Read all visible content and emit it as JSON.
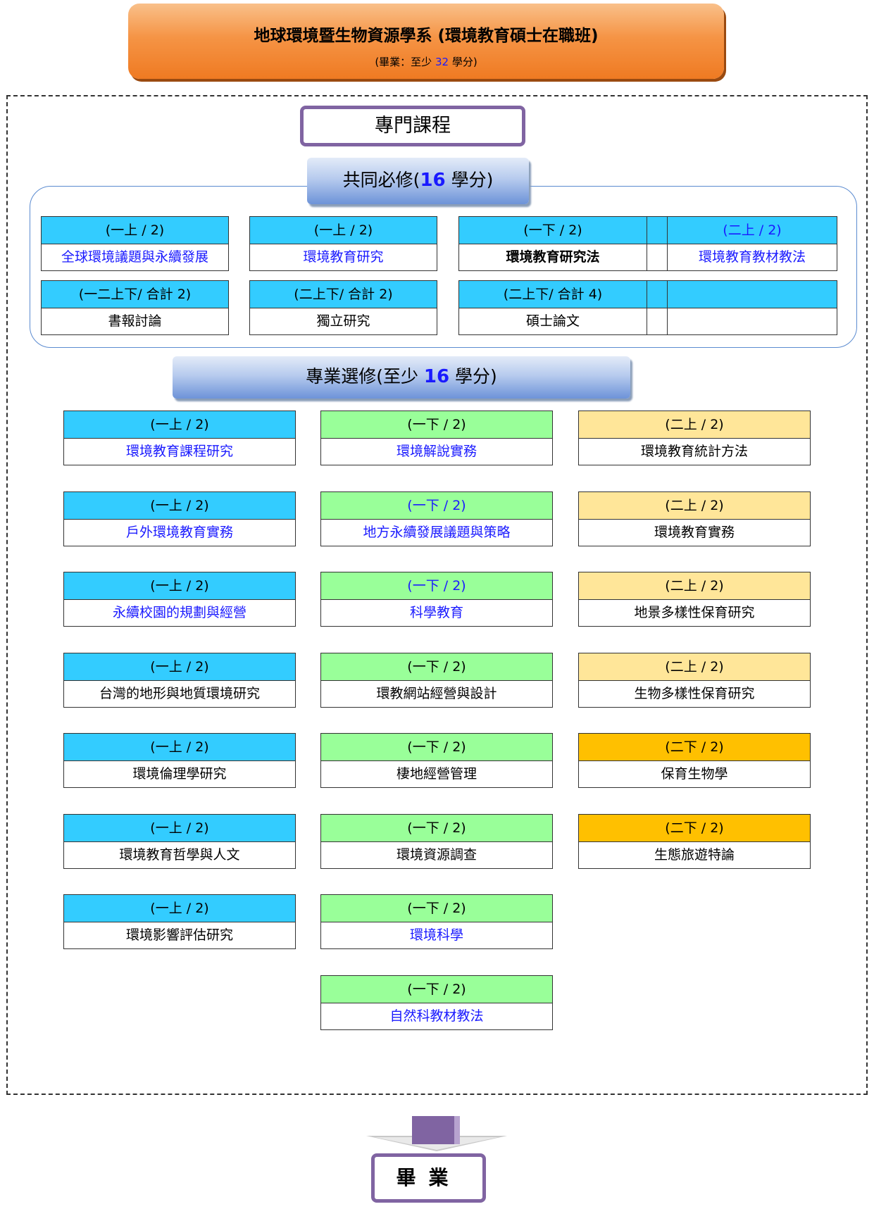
{
  "header": {
    "title": "地球環境暨生物資源學系 (環境教育碩士在職班)",
    "sub_pre": "(畢業：至少 ",
    "sub_num": "32",
    "sub_post": " 學分)"
  },
  "professional_label": "專門課程",
  "required": {
    "head_pre": "共同必修(",
    "head_num": "16",
    "head_post": " 學分)",
    "courses": [
      {
        "term": "(一上 / 2)",
        "name": "全球環境議題與永續發展",
        "name_blue": true,
        "term_blue": false,
        "bold": false
      },
      {
        "term": "(一上 / 2)",
        "name": "環境教育研究",
        "name_blue": true,
        "term_blue": false,
        "bold": false
      },
      {
        "term": "(一下 / 2)",
        "name": "環境教育研究法",
        "name_blue": false,
        "term_blue": false,
        "bold": true
      },
      {
        "term": "(二上 / 2)",
        "name": "環境教育教材教法",
        "name_blue": true,
        "term_blue": true,
        "bold": false
      },
      {
        "term": "(一二上下/ 合計 2)",
        "name": "書報討論",
        "name_blue": false,
        "term_blue": false,
        "bold": false
      },
      {
        "term": "(二上下/ 合計 2)",
        "name": "獨立研究",
        "name_blue": false,
        "term_blue": false,
        "bold": false
      },
      {
        "term": "(二上下/ 合計 4)",
        "name": "碩士論文",
        "name_blue": false,
        "term_blue": false,
        "bold": false
      }
    ]
  },
  "elective": {
    "head_pre": "專業選修(至少 ",
    "head_num": "16",
    "head_post": " 學分)",
    "col1": [
      {
        "term": "(一上 / 2)",
        "name": "環境教育課程研究",
        "name_blue": true,
        "term_blue": false
      },
      {
        "term": "(一上 / 2)",
        "name": "戶外環境教育實務",
        "name_blue": true,
        "term_blue": false
      },
      {
        "term": "(一上 / 2)",
        "name": "永續校園的規劃與經營",
        "name_blue": true,
        "term_blue": false
      },
      {
        "term": "(一上 / 2)",
        "name": "台灣的地形與地質環境研究",
        "name_blue": false,
        "term_blue": false
      },
      {
        "term": "(一上 / 2)",
        "name": "環境倫理學研究",
        "name_blue": false,
        "term_blue": false
      },
      {
        "term": "(一上 / 2)",
        "name": "環境教育哲學與人文",
        "name_blue": false,
        "term_blue": false
      },
      {
        "term": "(一上 / 2)",
        "name": "環境影響評估研究",
        "name_blue": false,
        "term_blue": false
      }
    ],
    "col2": [
      {
        "term": "(一下 / 2)",
        "name": "環境解說實務",
        "name_blue": true,
        "term_blue": false
      },
      {
        "term": "(一下 / 2)",
        "name": "地方永續發展議題與策略",
        "name_blue": true,
        "term_blue": true
      },
      {
        "term": "(一下 / 2)",
        "name": "科學教育",
        "name_blue": true,
        "term_blue": true
      },
      {
        "term": "(一下 / 2)",
        "name": "環教網站經營與設計",
        "name_blue": false,
        "term_blue": false
      },
      {
        "term": "(一下 / 2)",
        "name": "棲地經營管理",
        "name_blue": false,
        "term_blue": false
      },
      {
        "term": "(一下 / 2)",
        "name": "環境資源調查",
        "name_blue": false,
        "term_blue": false
      },
      {
        "term": "(一下 / 2)",
        "name": "環境科學",
        "name_blue": true,
        "term_blue": false
      },
      {
        "term": "(一下 / 2)",
        "name": "自然科教材教法",
        "name_blue": true,
        "term_blue": false
      }
    ],
    "col3": [
      {
        "term": "(二上 / 2)",
        "name": "環境教育統計方法",
        "color": "peach"
      },
      {
        "term": "(二上 / 2)",
        "name": "環境教育實務",
        "color": "peach"
      },
      {
        "term": "(二上 / 2)",
        "name": "地景多樣性保育研究",
        "color": "peach"
      },
      {
        "term": "(二上 / 2)",
        "name": "生物多樣性保育研究",
        "color": "peach"
      },
      {
        "term": "(二下 / 2)",
        "name": "保育生物學",
        "color": "orange"
      },
      {
        "term": "(二下 / 2)",
        "name": "生態旅遊特論",
        "color": "orange"
      }
    ]
  },
  "graduate_label": "畢業"
}
